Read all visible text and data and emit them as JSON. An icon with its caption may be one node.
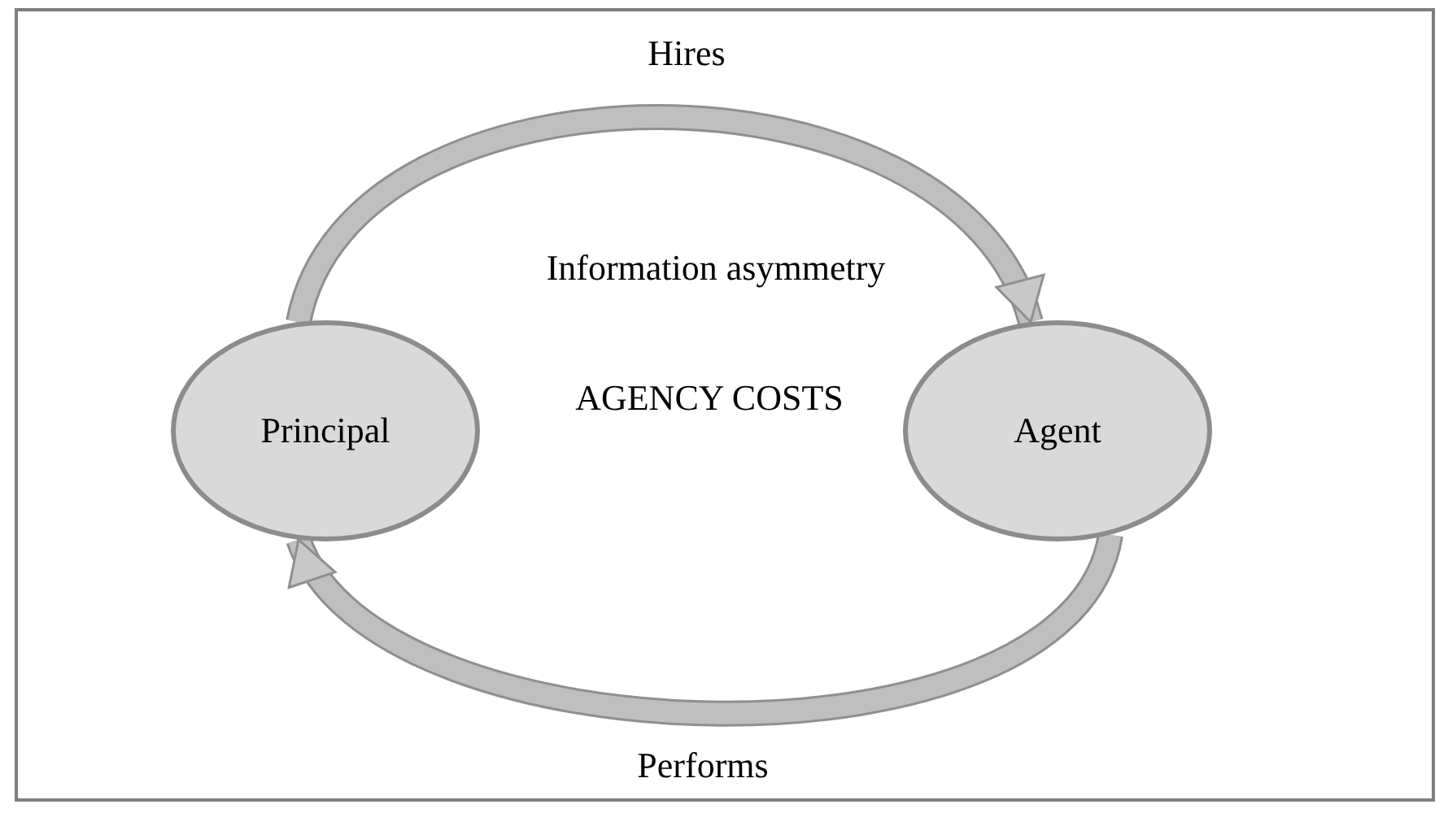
{
  "diagram": {
    "nodes": [
      {
        "text": [
          "Principal"
        ]
      },
      {
        "text": [
          "Agent"
        ]
      }
    ],
    "edges": [
      {
        "from": 0,
        "to": 1,
        "arrow": "to",
        "label": "Hires"
      },
      {
        "from": 1,
        "to": 0,
        "arrow": "to",
        "label": "Performs"
      }
    ],
    "labels": [
      "Information asymmetry",
      "AGENCY COSTS"
    ]
  }
}
